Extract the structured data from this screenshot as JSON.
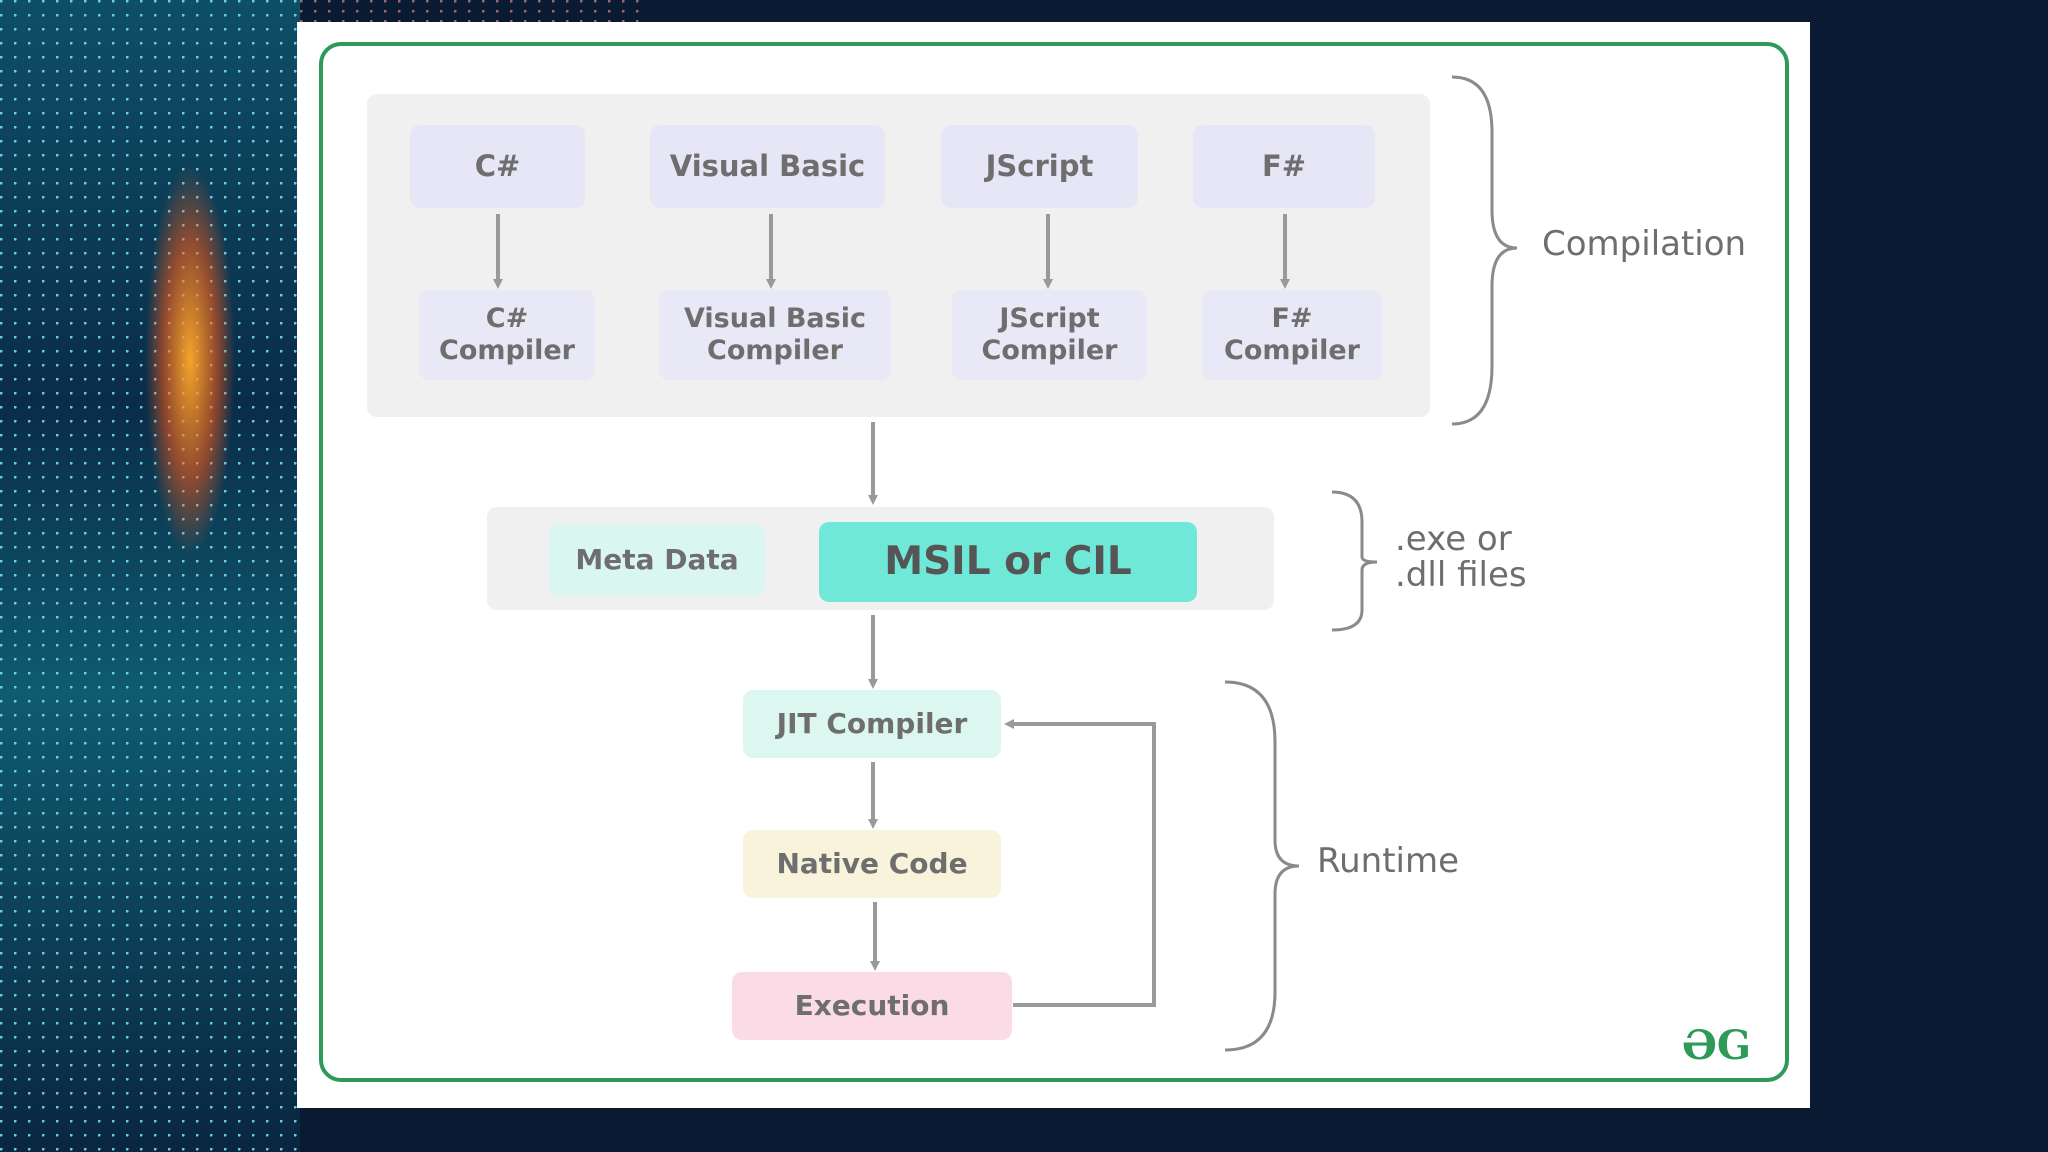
{
  "languages": [
    "C#",
    "Visual Basic",
    "JScript",
    "F#"
  ],
  "compilers": [
    "C#\nCompiler",
    "Visual Basic\nCompiler",
    "JScript\nCompiler",
    "F#\nCompiler"
  ],
  "assembly": {
    "meta": "Meta Data",
    "msil": "MSIL or CIL"
  },
  "runtime": {
    "jit": "JIT Compiler",
    "native": "Native Code",
    "execution": "Execution"
  },
  "stages": {
    "compilation": "Compilation",
    "files": ".exe or\n.dll files",
    "runtime": "Runtime"
  },
  "logo": "ƏG",
  "colors": {
    "frame": "#2e9a57",
    "lang_box": "#e6e6f7",
    "meta": "#d9f7f0",
    "msil": "#6fe8d8",
    "jit": "#dcf7ef",
    "native": "#faf3db",
    "execution": "#fbdbe6",
    "arrow": "#9a9a9a"
  }
}
